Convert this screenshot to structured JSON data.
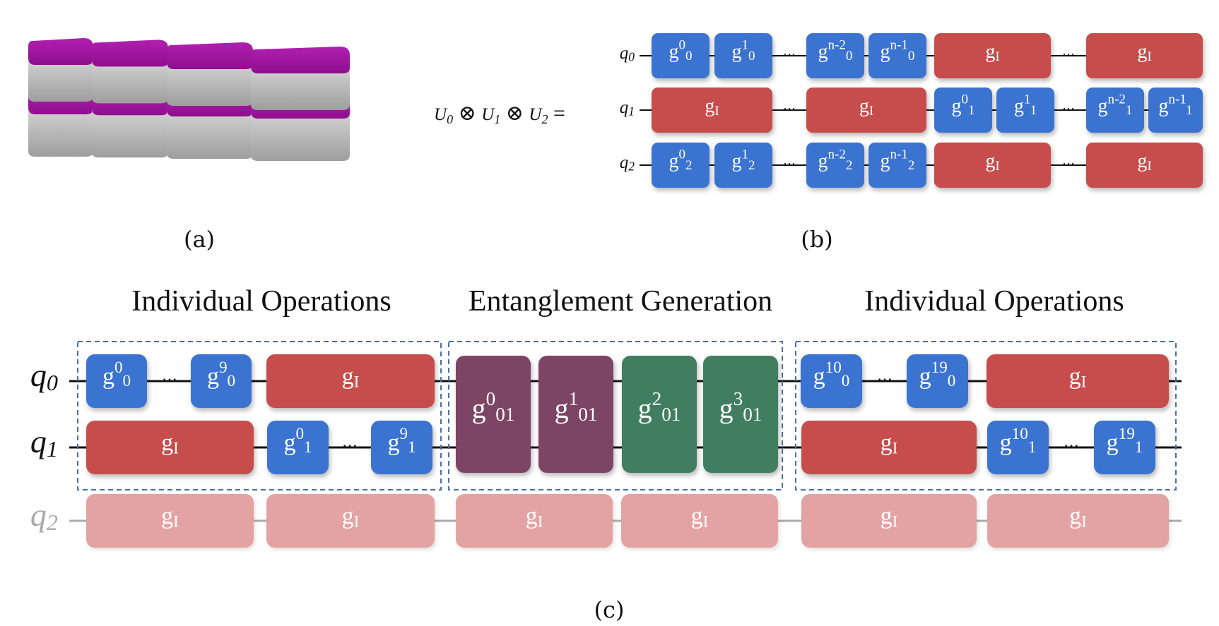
{
  "colors": {
    "single_gate": "#3B73D1",
    "identity_gate": "#C64E4B",
    "identity_faded": "#E3A3A2",
    "entangle_purple": "#7D4565",
    "entangle_green": "#3F7E5E",
    "box_top": "#A0159F",
    "box_side": "#B8B8B8",
    "wire": "#111111",
    "wire_faded": "#AAAAAA",
    "dash_border": "#4A6FA5"
  },
  "captions": {
    "a": "(a)",
    "b": "(b)",
    "c": "(c)"
  },
  "panel_b": {
    "equation": {
      "u": "U",
      "otimes": "⊗",
      "equals": "=",
      "subs": [
        "0",
        "1",
        "2"
      ]
    },
    "ellipsis": "···",
    "qubits": [
      {
        "q": "q",
        "sub": "0"
      },
      {
        "q": "q",
        "sub": "1"
      },
      {
        "q": "q",
        "sub": "2"
      }
    ],
    "gates": [
      {
        "row": 0,
        "kind": "single",
        "base": "g",
        "sup": "0",
        "sub": "0"
      },
      {
        "row": 0,
        "kind": "single",
        "base": "g",
        "sup": "1",
        "sub": "0"
      },
      {
        "row": 0,
        "kind": "single",
        "base": "g",
        "sup": "n-2",
        "sub": "0"
      },
      {
        "row": 0,
        "kind": "single",
        "base": "g",
        "sup": "n-1",
        "sub": "0"
      },
      {
        "row": 0,
        "kind": "identity",
        "base": "g",
        "sup": "",
        "sub": "I"
      },
      {
        "row": 0,
        "kind": "identity",
        "base": "g",
        "sup": "",
        "sub": "I"
      },
      {
        "row": 1,
        "kind": "identity",
        "base": "g",
        "sup": "",
        "sub": "I"
      },
      {
        "row": 1,
        "kind": "identity",
        "base": "g",
        "sup": "",
        "sub": "I"
      },
      {
        "row": 1,
        "kind": "single",
        "base": "g",
        "sup": "0",
        "sub": "1"
      },
      {
        "row": 1,
        "kind": "single",
        "base": "g",
        "sup": "1",
        "sub": "1"
      },
      {
        "row": 1,
        "kind": "single",
        "base": "g",
        "sup": "n-2",
        "sub": "1"
      },
      {
        "row": 1,
        "kind": "single",
        "base": "g",
        "sup": "n-1",
        "sub": "1"
      },
      {
        "row": 2,
        "kind": "single",
        "base": "g",
        "sup": "0",
        "sub": "2"
      },
      {
        "row": 2,
        "kind": "single",
        "base": "g",
        "sup": "1",
        "sub": "2"
      },
      {
        "row": 2,
        "kind": "single",
        "base": "g",
        "sup": "n-2",
        "sub": "2"
      },
      {
        "row": 2,
        "kind": "single",
        "base": "g",
        "sup": "n-1",
        "sub": "2"
      },
      {
        "row": 2,
        "kind": "identity",
        "base": "g",
        "sup": "",
        "sub": "I"
      },
      {
        "row": 2,
        "kind": "identity",
        "base": "g",
        "sup": "",
        "sub": "I"
      }
    ]
  },
  "panel_c": {
    "section_titles": [
      "Individual Operations",
      "Entanglement Generation",
      "Individual Operations"
    ],
    "ellipsis": "···",
    "qubits": [
      {
        "q": "q",
        "sub": "0"
      },
      {
        "q": "q",
        "sub": "1"
      },
      {
        "q": "q",
        "sub": "2"
      }
    ],
    "gates": [
      {
        "row": 0,
        "kind": "single",
        "base": "g",
        "sup": "0",
        "sub": "0"
      },
      {
        "row": 0,
        "kind": "single",
        "base": "g",
        "sup": "9",
        "sub": "0"
      },
      {
        "row": 0,
        "kind": "identity",
        "base": "g",
        "sup": "",
        "sub": "I"
      },
      {
        "row": 1,
        "kind": "identity",
        "base": "g",
        "sup": "",
        "sub": "I"
      },
      {
        "row": 1,
        "kind": "single",
        "base": "g",
        "sup": "0",
        "sub": "1"
      },
      {
        "row": 1,
        "kind": "single",
        "base": "g",
        "sup": "9",
        "sub": "1"
      },
      {
        "row": 0,
        "kind": "entangle_purple",
        "base": "g",
        "sup": "0",
        "sub": "01"
      },
      {
        "row": 0,
        "kind": "entangle_purple",
        "base": "g",
        "sup": "1",
        "sub": "01"
      },
      {
        "row": 0,
        "kind": "entangle_green",
        "base": "g",
        "sup": "2",
        "sub": "01"
      },
      {
        "row": 0,
        "kind": "entangle_green",
        "base": "g",
        "sup": "3",
        "sub": "01"
      },
      {
        "row": 0,
        "kind": "single",
        "base": "g",
        "sup": "10",
        "sub": "0"
      },
      {
        "row": 0,
        "kind": "single",
        "base": "g",
        "sup": "19",
        "sub": "0"
      },
      {
        "row": 0,
        "kind": "identity",
        "base": "g",
        "sup": "",
        "sub": "I"
      },
      {
        "row": 1,
        "kind": "identity",
        "base": "g",
        "sup": "",
        "sub": "I"
      },
      {
        "row": 1,
        "kind": "single",
        "base": "g",
        "sup": "10",
        "sub": "1"
      },
      {
        "row": 1,
        "kind": "single",
        "base": "g",
        "sup": "19",
        "sub": "1"
      },
      {
        "row": 2,
        "kind": "identity_faded",
        "base": "g",
        "sup": "",
        "sub": "I"
      },
      {
        "row": 2,
        "kind": "identity_faded",
        "base": "g",
        "sup": "",
        "sub": "I"
      },
      {
        "row": 2,
        "kind": "identity_faded",
        "base": "g",
        "sup": "",
        "sub": "I"
      },
      {
        "row": 2,
        "kind": "identity_faded",
        "base": "g",
        "sup": "",
        "sub": "I"
      },
      {
        "row": 2,
        "kind": "identity_faded",
        "base": "g",
        "sup": "",
        "sub": "I"
      },
      {
        "row": 2,
        "kind": "identity_faded",
        "base": "g",
        "sup": "",
        "sub": "I"
      }
    ]
  }
}
